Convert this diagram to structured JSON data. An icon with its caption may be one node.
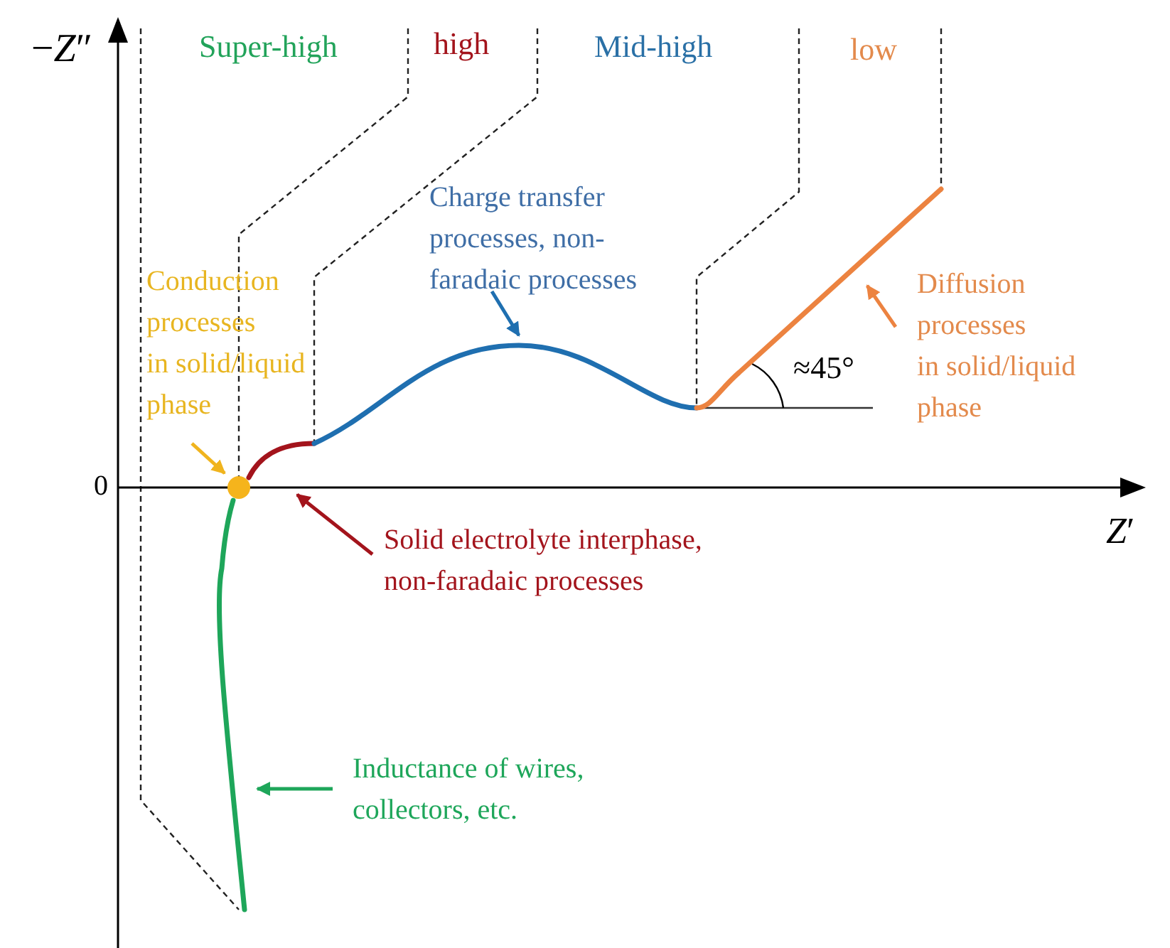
{
  "diagram": {
    "nodes": [
      {
        "text": [
          "Conduction processes in solid/liquid phase"
        ]
      },
      {
        "text": [],
        "shape": "circle"
      },
      {
        "text": [
          "Solid electrolyte interphase, non-faradaic processes"
        ]
      },
      {
        "text": [],
        "shape": "curve"
      },
      {
        "text": [
          "Charge transfer processes, non-faradaic processes"
        ]
      },
      {
        "text": [],
        "shape": "curve"
      },
      {
        "text": [
          "Diffusion processes in solid/liquid phase"
        ]
      },
      {
        "text": [],
        "shape": "line"
      },
      {
        "text": [
          "Inductance of wires, collectors, etc."
        ]
      },
      {
        "text": [],
        "shape": "curve"
      }
    ],
    "edges": [
      {
        "from": 0,
        "to": 1,
        "arrow": "to",
        "color": "#f0b41e"
      },
      {
        "from": 2,
        "to": 3,
        "arrow": "to",
        "color": "#a3141c"
      },
      {
        "from": 4,
        "to": 5,
        "arrow": "to",
        "color": "#1f6fb0"
      },
      {
        "from": 6,
        "to": 7,
        "arrow": "to",
        "color": "#ec8340"
      },
      {
        "from": 8,
        "to": 9,
        "arrow": "to",
        "color": "#1ea65a"
      }
    ],
    "labels": [
      "−*Z*″",
      "Super-high",
      "high",
      "Mid-high",
      "low",
      "≈45°",
      "0",
      "*Z*′"
    ]
  }
}
